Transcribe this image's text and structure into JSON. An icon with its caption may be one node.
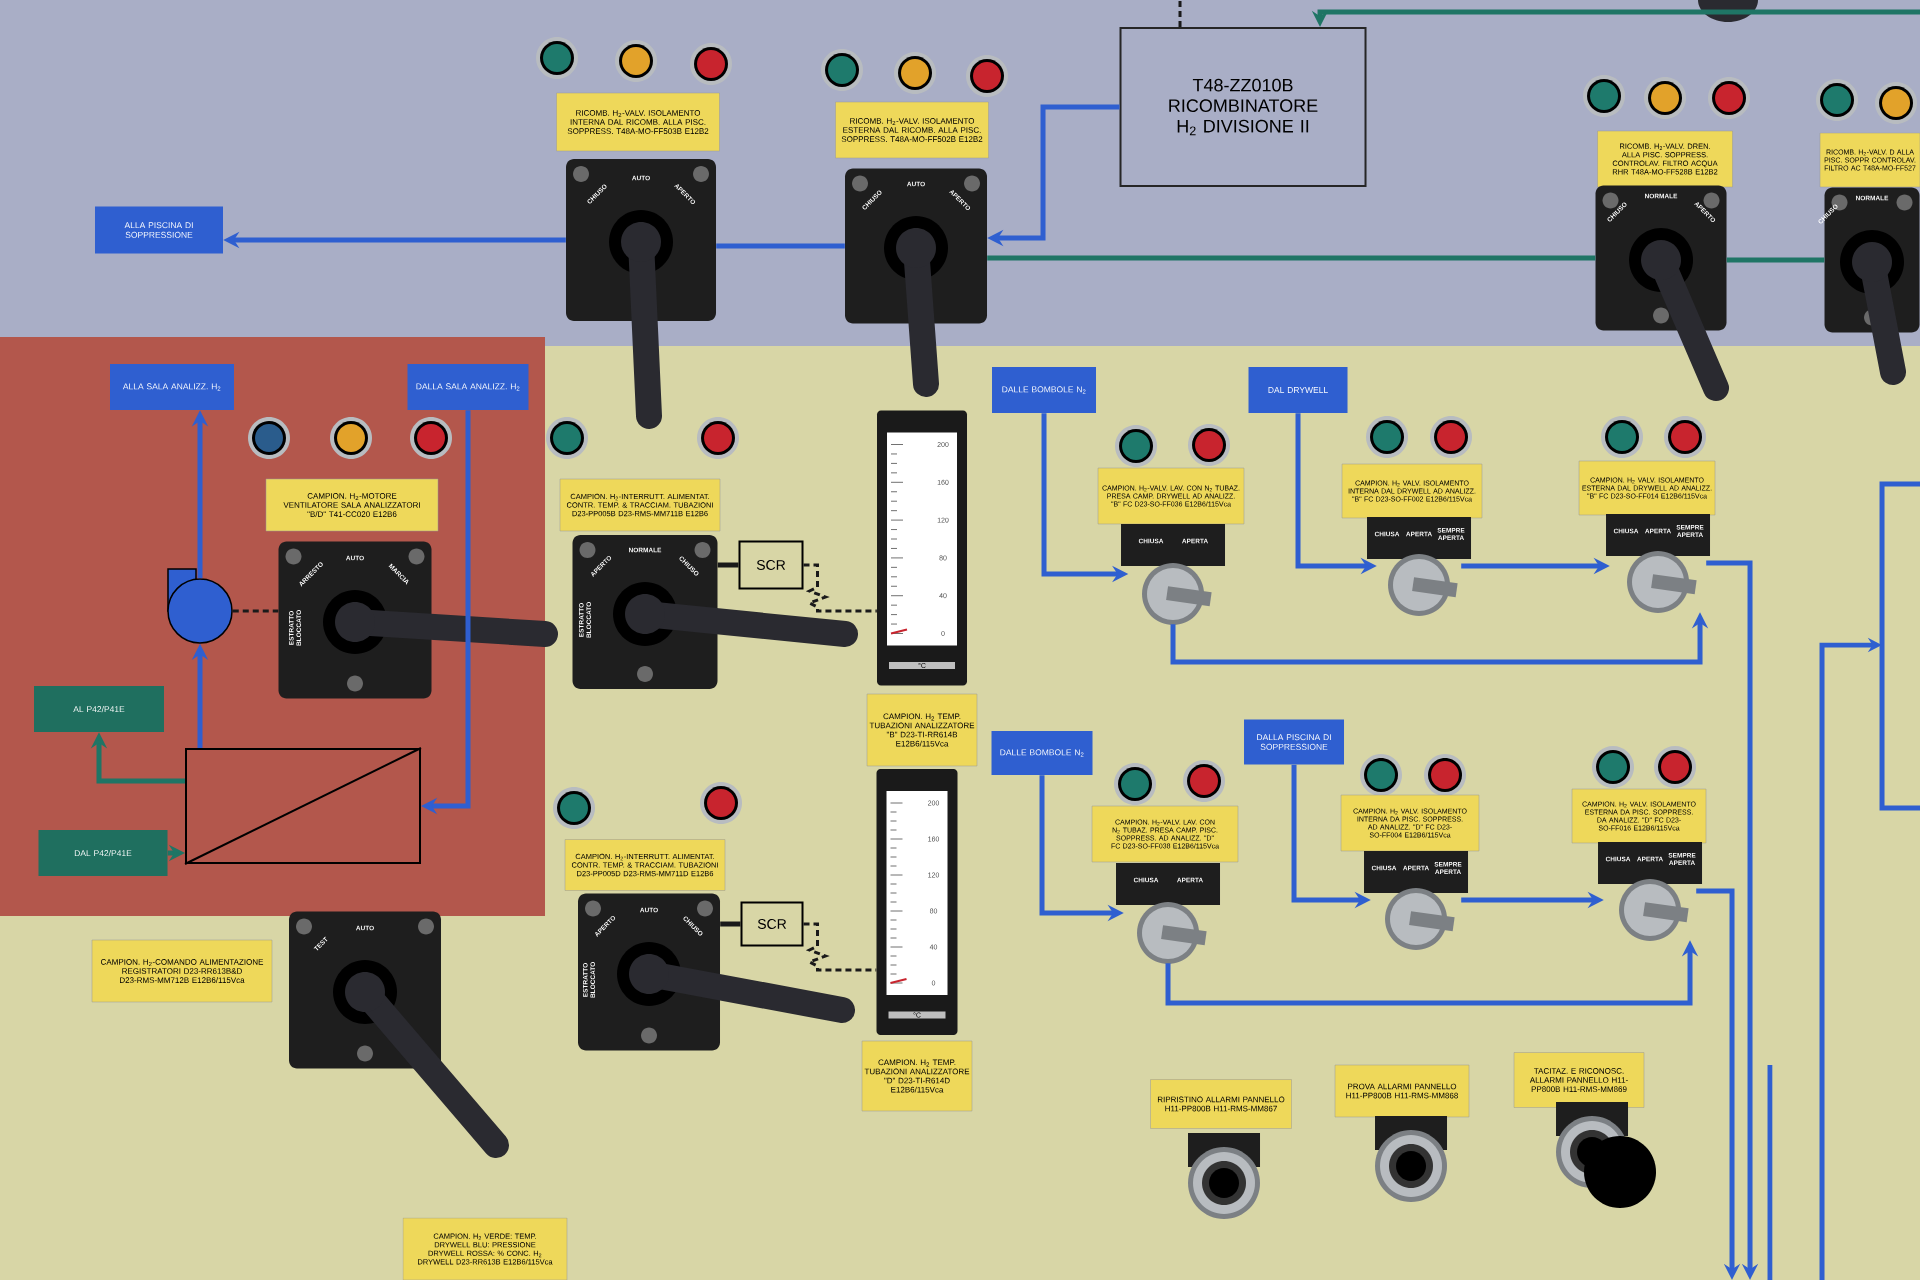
{
  "diagram": {
    "nodes": [
      {
        "text": [
          "ALLA PISCINA DI SOPPRESSIONE"
        ]
      },
      {
        "text": [
          "T48-ZZ010B RICOMBINATORE H$_{2}$ DIVISIONE II"
        ]
      },
      {
        "text": [
          "RICOMB. H$_{2}$-VALV. ISOLAMENTO INTERNA DAL RICOMB. ALLA PISC. SOPPRESS. T48A-MO-FF503B E12B2"
        ]
      },
      {
        "text": [
          "RICOMB. H$_{2}$-VALV. ISOLAMENTO ESTERNA DAL RICOMB. ALLA PISC. SOPPRESS. T48A-MO-FF502B E12B2"
        ]
      },
      {
        "text": [
          "RICOMB. H$_{2}$-VALV. DREN. ALLA PISC. SOPPRESS. CONTROLAV. FILTRO ACQUA RHR T48A-MO-FF528B E12B2"
        ]
      },
      {
        "text": [
          "RICOMB. H$_{2}$-VALV. D ALLA PISC. SOPPR CONTROLAV. FILTRO AC T48A-MO-FF527"
        ]
      },
      {
        "text": [
          "CHIUSO",
          "AUTO",
          "APERTO"
        ]
      },
      {
        "text": [
          "CHIUSO",
          "AUTO",
          "APERTO"
        ]
      },
      {
        "text": [
          "CHIUSO",
          "NORMALE",
          "APERTO"
        ]
      },
      {
        "text": [
          "CHIUSO",
          "NORMALE"
        ]
      },
      {
        "text": [
          "ALLA SALA ANALIZZ. H$_{2}$"
        ]
      },
      {
        "text": [
          "DALLA SALA ANALIZZ. H$_{2}$"
        ]
      },
      {
        "text": [
          "CAMPION. H$_{2}$-MOTORE VENTILATORE SALA ANALIZZATORI \"B/D\" T41-CC020 E12B6"
        ]
      },
      {
        "text": [
          "ARRESTO",
          "AUTO",
          "MARCIA",
          "ESTRATTO BLOCCATO"
        ]
      },
      {
        "text": [],
        "shape": "fan"
      },
      {
        "text": [
          "AL P42/P41E"
        ]
      },
      {
        "text": [],
        "shape": "box"
      },
      {
        "text": [
          "DAL P42/P41E"
        ]
      },
      {
        "text": [
          "CAMPION. H$_{2}$-INTERRUTT. ALIMENTAT. CONTR. TEMP. & TRACCIAM. TUBAZIONI D23-PP005B D23-RMS-MM711B E12B6"
        ]
      },
      {
        "text": [
          "APERTO",
          "NORMALE",
          "CHIUSO",
          "ESTRATTO BLOCCATO"
        ]
      },
      {
        "text": [
          "SCR"
        ]
      },
      {
        "text": [
          "200",
          "160",
          "120",
          "80",
          "40",
          "0",
          "°C"
        ]
      },
      {
        "text": [
          "CAMPION. H$_{2}$ TEMP. TUBAZIONI ANALIZZATORE \"B\" D23-TI-RR614B E12B6/115Vca"
        ]
      },
      {
        "text": [
          "CAMPION. H$_{2}$-INTERRUTT. ALIMENTAT. CONTR. TEMP. & TRACCIAM. TUBAZIONI D23-PP005D D23-RMS-MM711D E12B6"
        ]
      },
      {
        "text": [
          "APERTO",
          "AUTO",
          "CHIUSO",
          "ESTRATTO BLOCCATO"
        ]
      },
      {
        "text": [
          "SCR"
        ]
      },
      {
        "text": [
          "200",
          "160",
          "120",
          "80",
          "40",
          "0",
          "°C"
        ]
      },
      {
        "text": [
          "CAMPION. H$_{2}$ TEMP. TUBAZIONI ANALIZZATORE \"D\" D23-TI-R614D E12B6/115Vca"
        ]
      },
      {
        "text": [
          "CAMPION. H$_{2}$-COMANDO ALIMENTAZIONE REGISTRATORI D23-RR613B&D D23-RMS-MM712B E12B6/115Vca"
        ]
      },
      {
        "text": [
          "TEST",
          "AUTO"
        ]
      },
      {
        "text": [
          "CAMPION. H$_{2}$ VERDE: TEMP. DRYWELL BLU: PRESSIONE DRYWELL ROSSA: % CONC. H$_{2}$ DRYWELL D23-RR613B E12B6/115Vca"
        ]
      },
      {
        "text": [
          "DALLE BOMBOLE N$_{2}$"
        ]
      },
      {
        "text": [
          "CAMPION. H$_{2}$-VALV. LAV. CON N$_{2}$ TUBAZ. PRESA CAMP. DRYWELL AD ANALIZZ. \"B\" FC D23-SO-FF036 E12B6/115Vca"
        ]
      },
      {
        "text": [
          "CHIUSA",
          "APERTA"
        ]
      },
      {
        "text": [
          "DAL DRYWELL"
        ]
      },
      {
        "text": [
          "CAMPION. H$_{2}$ VALV. ISOLAMENTO INTERNA DAL DRYWELL AD ANALIZZ. \"B\" FC D23-SO-FF002 E12B6/115Vca"
        ]
      },
      {
        "text": [
          "CHIUSA",
          "APERTA",
          "SEMPRE APERTA"
        ]
      },
      {
        "text": [
          "CAMPION. H$_{2}$ VALV. ISOLAMENTO ESTERNA DAL DRYWELL AD ANALIZZ. \"B\" FC D23-SO-FF014 E12B6/115Vca"
        ]
      },
      {
        "text": [
          "CHIUSA",
          "APERTA",
          "SEMPRE APERTA"
        ]
      },
      {
        "text": [
          "DALLE BOMBOLE N$_{2}$"
        ]
      },
      {
        "text": [
          "CAMPION. H$_{2}$-VALV. LAV. CON N$_{2}$ TUBAZ. PRESA CAMP. PISC. SOPPRESS. AD ANALIZZ. \"D\" FC D23-SO-FF038 E12B6/115Vca"
        ]
      },
      {
        "text": [
          "CHIUSA",
          "APERTA"
        ]
      },
      {
        "text": [
          "DALLA PISCINA DI SOPPRESSIONE"
        ]
      },
      {
        "text": [
          "CAMPION. H$_{2}$ VALV. ISOLAMENTO INTERNA DA PISC. SOPPRESS. AD ANALIZZ. \"D\" FC D23-SO-FF004 E12B6/115Vca"
        ]
      },
      {
        "text": [
          "CHIUSA",
          "APERTA",
          "SEMPRE APERTA"
        ]
      },
      {
        "text": [
          "CAMPION. H$_{2}$ VALV. ISOLAMENTO ESTERNA DA PISC. SOPPRESS. DA ANALIZZ. \"D\" FC D23-SO-FF016 E12B6/115Vca"
        ]
      },
      {
        "text": [
          "CHIUSA",
          "APERTA",
          "SEMPRE APERTA"
        ]
      },
      {
        "text": [
          "RIPRISTINO ALLARMI PANNELLO H11-PP800B H11-RMS-MM867"
        ]
      },
      {
        "text": [],
        "shape": "button"
      },
      {
        "text": [
          "PROVA ALLARMI PANNELLO H11-PP800B H11-RMS-MM868"
        ]
      },
      {
        "text": [],
        "shape": "button"
      },
      {
        "text": [
          "TACITAZ. E RICONOSC. ALLARMI PANNELLO H11-PP800B H11-RMS-MM869"
        ]
      },
      {
        "text": [],
        "shape": "button"
      }
    ],
    "edges": [
      {
        "from": 6,
        "to": 0,
        "arrow": "to"
      },
      {
        "from": 7,
        "to": 6,
        "arrow": "none"
      },
      {
        "from": 1,
        "to": 7,
        "arrow": "to"
      },
      {
        "from": 8,
        "to": 7,
        "arrow": "none",
        "color": "#1f7565"
      },
      {
        "from": 9,
        "to": 8,
        "arrow": "none",
        "color": "#1f7565"
      },
      {
        "from": 1,
        "to": null,
        "arrow": "none",
        "style": "dashed",
        "color": "#1a1a1a"
      },
      {
        "from": null,
        "to": 1,
        "arrow": "to",
        "color": "#1f7565"
      },
      {
        "from": 14,
        "to": 10,
        "arrow": "to"
      },
      {
        "from": 16,
        "to": 14,
        "arrow": "to"
      },
      {
        "from": 11,
        "to": 16,
        "arrow": "to"
      },
      {
        "from": 16,
        "to": 15,
        "arrow": "to",
        "color": "#1f7565"
      },
      {
        "from": 17,
        "to": 16,
        "arrow": "to",
        "color": "#1f7565"
      },
      {
        "from": 14,
        "to": 13,
        "arrow": "none",
        "style": "dashed",
        "color": "#1a1a1a"
      },
      {
        "from": 20,
        "to": 19,
        "arrow": "none",
        "color": "#1a1a1a"
      },
      {
        "from": 20,
        "to": 21,
        "arrow": "none",
        "style": "dashed",
        "color": "#1a1a1a"
      },
      {
        "from": 25,
        "to": 24,
        "arrow": "none",
        "color": "#1a1a1a"
      },
      {
        "from": 25,
        "to": 26,
        "arrow": "none",
        "style": "dashed",
        "color": "#1a1a1a"
      },
      {
        "from": 31,
        "to": 33,
        "arrow": "to"
      },
      {
        "from": 34,
        "to": 36,
        "arrow": "to"
      },
      {
        "from": 36,
        "to": 38,
        "arrow": "to"
      },
      {
        "from": 38,
        "to": null,
        "arrow": "to"
      },
      {
        "from": 33,
        "to": 38,
        "arrow": "to"
      },
      {
        "from": 39,
        "to": 41,
        "arrow": "to"
      },
      {
        "from": 42,
        "to": 44,
        "arrow": "to"
      },
      {
        "from": 44,
        "to": 46,
        "arrow": "to"
      },
      {
        "from": 46,
        "to": null,
        "arrow": "to"
      },
      {
        "from": 41,
        "to": 46,
        "arrow": "to"
      }
    ]
  }
}
